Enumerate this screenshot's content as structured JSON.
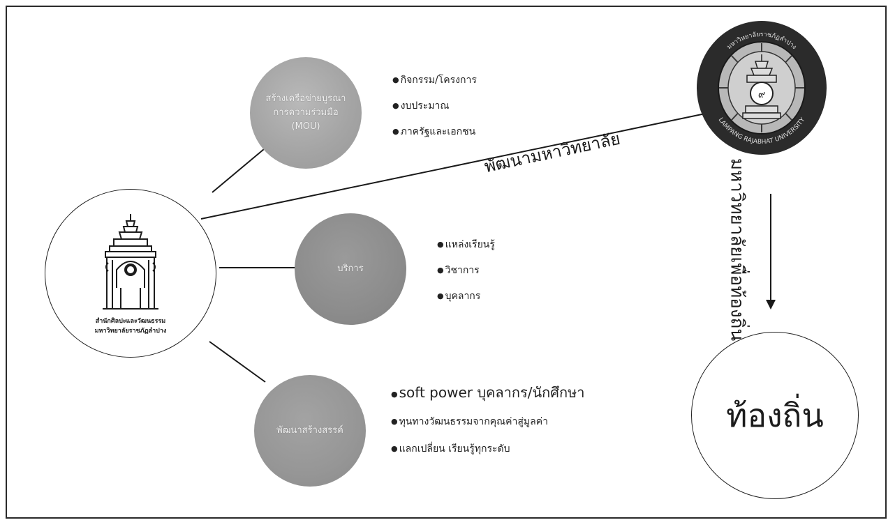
{
  "diagram": {
    "nodes": {
      "network": {
        "label": "สร้างเครือข่ายบูรณาการความร่วมมือ (MOU)"
      },
      "service": {
        "label": "บริการ"
      },
      "creativity": {
        "label": "พัฒนาสร้างสรรค์"
      },
      "locality": {
        "label": "ท้องถิ่น"
      },
      "faculty": {
        "caption_lines": [
          "สำนักศิลปะและวัฒนธรรม",
          "มหาวิทยาลัยราชภัฏลำปาง"
        ]
      },
      "university_seal": {
        "text_top": "มหาวิทยาลัยราชภัฏลำปาง",
        "text_bottom": "LAMPANG RAJABHAT UNIVERSITY"
      }
    },
    "bullets": {
      "network": [
        "กิจกรรม/โครงการ",
        "งบประมาณ",
        "ภาครัฐและเอกชน"
      ],
      "service": [
        "แหล่งเรียนรู้",
        "วิชาการ",
        "บุคลากร"
      ],
      "creativity": [
        "soft power บุคลากร/นักศึกษา",
        "ทุนทางวัฒนธรรมจากคุณค่าสู่มูลค่า",
        "แลกเปลี่ยน เรียนรู้ทุกระดับ"
      ]
    },
    "link_labels": {
      "to_university": "พัฒนามหาวิทยาลัย",
      "university_to_locality": "มหาวิทยาลัยเพื่อท้องถิ่น"
    }
  },
  "colors": {
    "gray_node": "#a5a5a5",
    "line": "#1a1a1a",
    "seal_dark": "#2b2b2b"
  }
}
